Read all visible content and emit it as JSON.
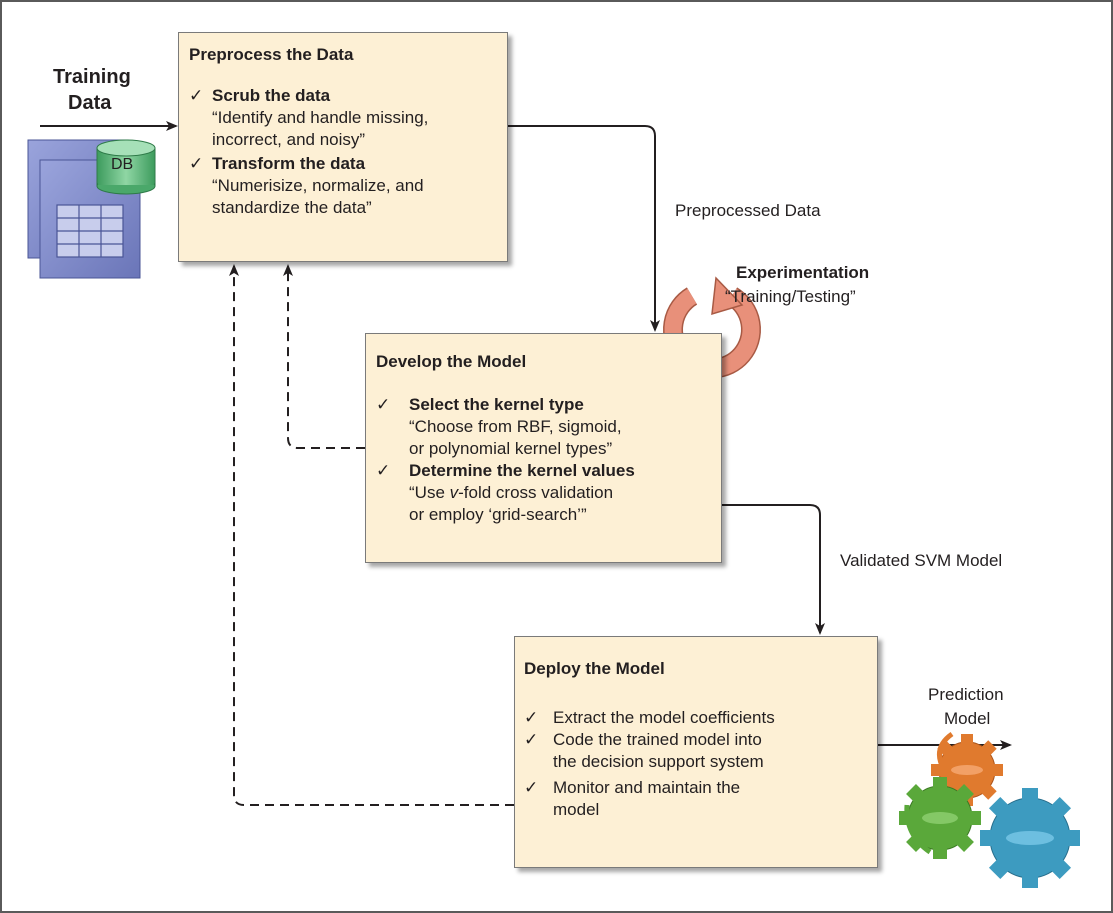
{
  "inputs": {
    "training_data_line1": "Training",
    "training_data_line2": "Data",
    "db_label": "DB"
  },
  "preprocess": {
    "title": "Preprocess the Data",
    "step1_title": "Scrub the data",
    "step1_desc_line1": "“Identify and handle missing,",
    "step1_desc_line2": "incorrect, and noisy”",
    "step2_title": "Transform the data",
    "step2_desc_line1": "“Numerisize, normalize, and",
    "step2_desc_line2": "standardize the data”"
  },
  "preprocessed_label": "Preprocessed Data",
  "experimentation": {
    "title": "Experimentation",
    "subtitle": "“Training/Testing”"
  },
  "develop": {
    "title": "Develop the Model",
    "step1_title": "Select the kernel type",
    "step1_desc_line1": "“Choose from RBF, sigmoid,",
    "step1_desc_line2": "or polynomial kernel types”",
    "step2_title": "Determine the kernel values",
    "step2_desc_line1_pre": "“Use ",
    "step2_desc_line1_v": "v",
    "step2_desc_line1_post": "-fold cross validation",
    "step2_desc_line2": "or employ ‘grid-search’”"
  },
  "validated_label": "Validated SVM Model",
  "deploy": {
    "title": "Deploy the Model",
    "item1": "Extract the model coefficients",
    "item2_line1": "Code the trained model into",
    "item2_line2": "the decision support system",
    "item3_line1": "Monitor and maintain the",
    "item3_line2": "model"
  },
  "output": {
    "line1": "Prediction",
    "line2": "Model"
  },
  "check_mark": "✓",
  "colors": {
    "box_fill": "#fdf0d5",
    "db_page": "#7b86c4",
    "db_cylinder": "#5db87c",
    "loop_arrow": "#e8907a",
    "gear_orange": "#e07a2e",
    "gear_green": "#5aa83a",
    "gear_blue": "#3d9bc0"
  }
}
